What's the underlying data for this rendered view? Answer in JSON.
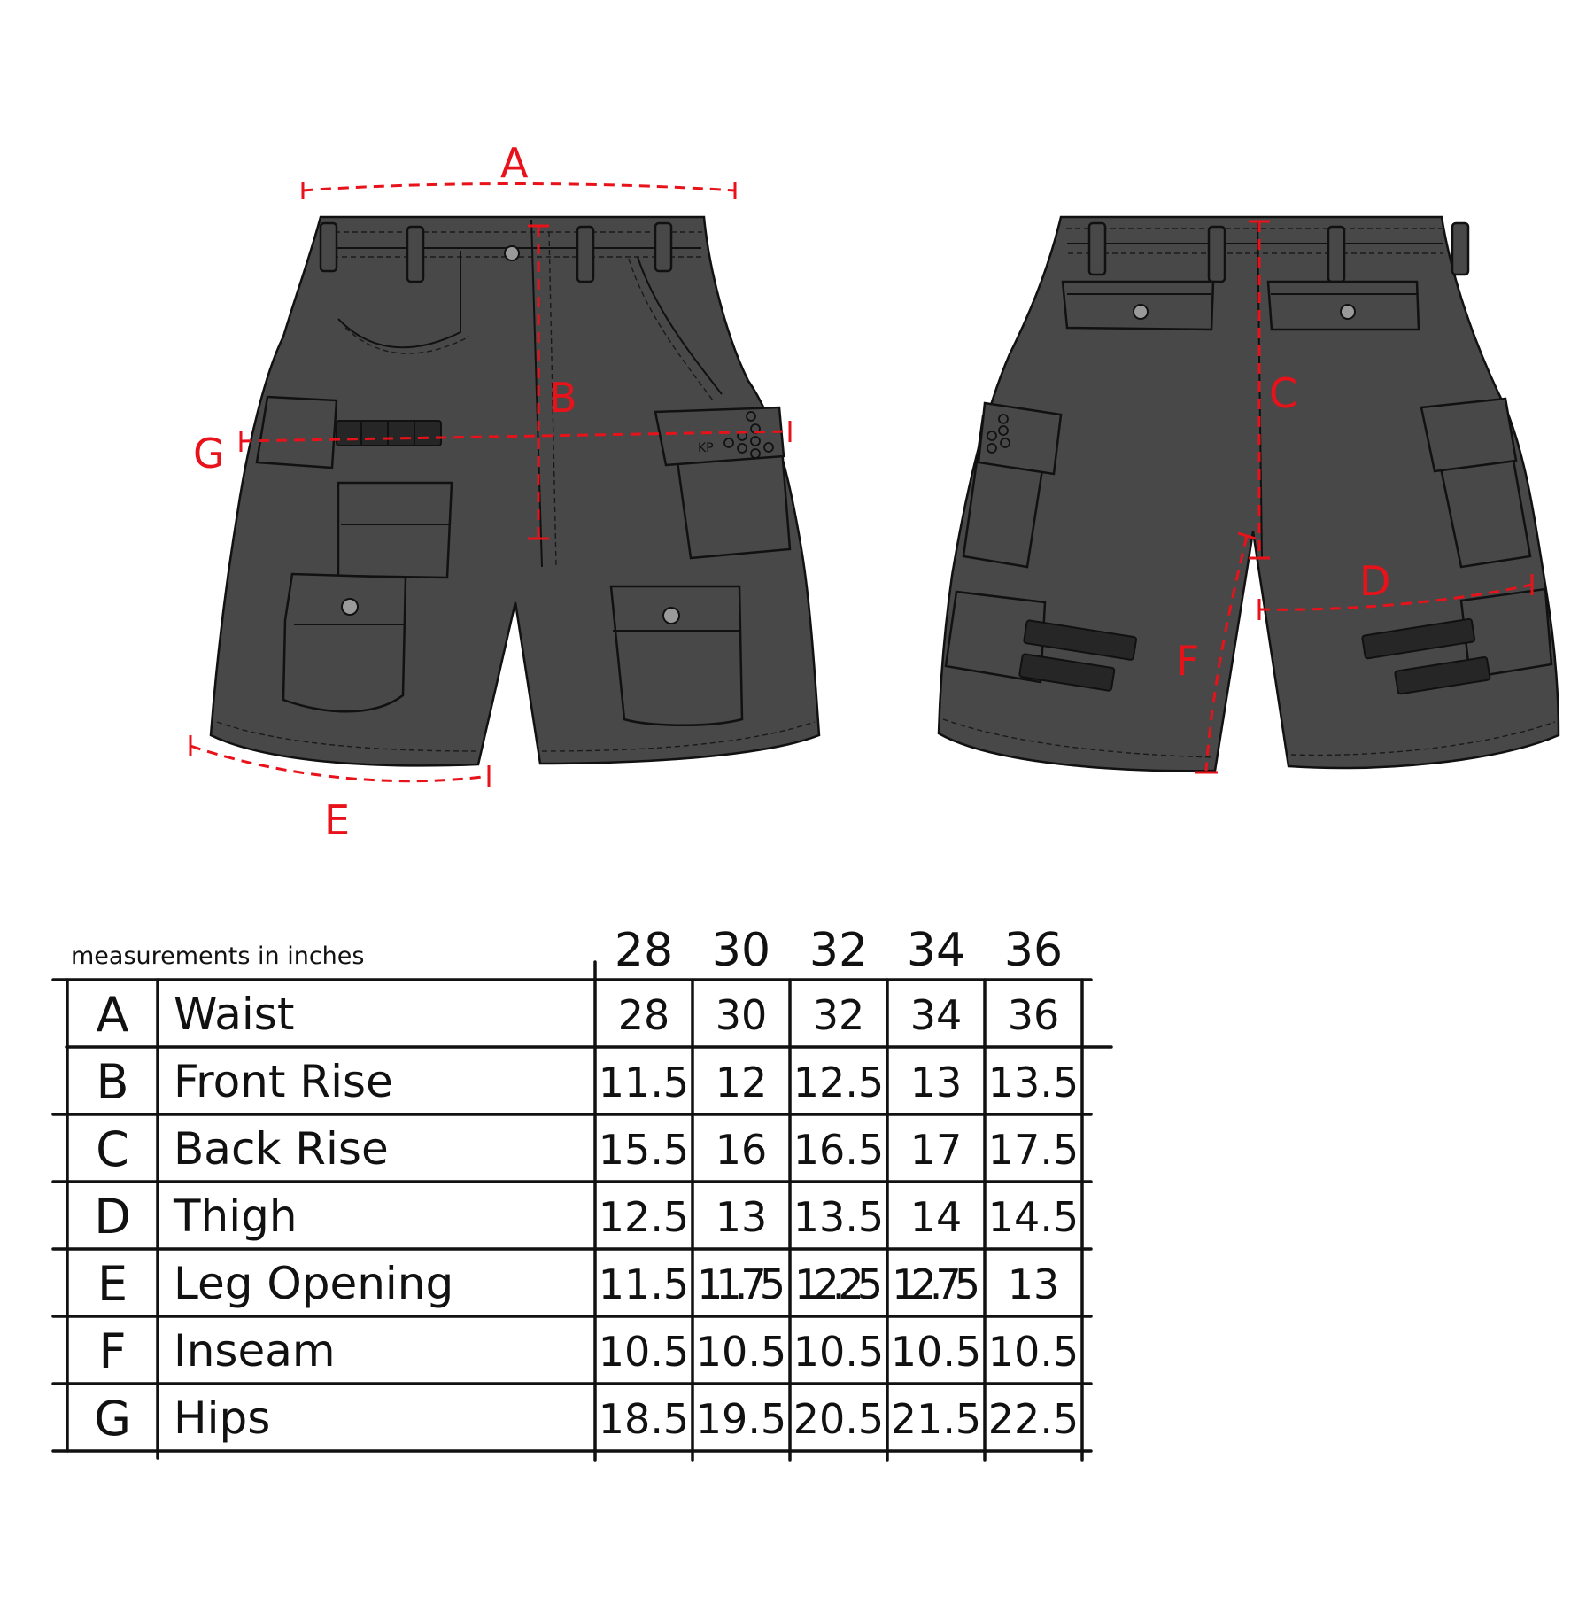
{
  "diagram": {
    "labels": [
      "A",
      "B",
      "C",
      "D",
      "E",
      "F",
      "G"
    ],
    "logo_text": "KP"
  },
  "table": {
    "caption": "measurements in inches",
    "sizes": [
      "28",
      "30",
      "32",
      "34",
      "36"
    ],
    "rows": [
      {
        "letter": "A",
        "name": "Waist",
        "values": [
          "28",
          "30",
          "32",
          "34",
          "36"
        ]
      },
      {
        "letter": "B",
        "name": "Front Rise",
        "values": [
          "11.5",
          "12",
          "12.5",
          "13",
          "13.5"
        ]
      },
      {
        "letter": "C",
        "name": "Back Rise",
        "values": [
          "15.5",
          "16",
          "16.5",
          "17",
          "17.5"
        ]
      },
      {
        "letter": "D",
        "name": "Thigh",
        "values": [
          "12.5",
          "13",
          "13.5",
          "14",
          "14.5"
        ]
      },
      {
        "letter": "E",
        "name": "Leg Opening",
        "values": [
          "11.5",
          "11.75",
          "12.25",
          "12.75",
          "13"
        ]
      },
      {
        "letter": "F",
        "name": "Inseam",
        "values": [
          "10.5",
          "10.5",
          "10.5",
          "10.5",
          "10.5"
        ]
      },
      {
        "letter": "G",
        "name": "Hips",
        "values": [
          "18.5",
          "19.5",
          "20.5",
          "21.5",
          "22.5"
        ]
      }
    ]
  },
  "colors": {
    "annotation": "#e8121b",
    "fabric": "#484848",
    "outline": "#111111"
  }
}
